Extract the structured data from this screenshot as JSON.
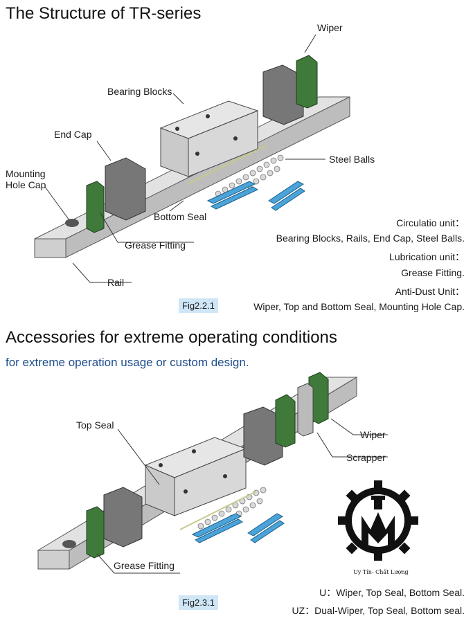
{
  "section1": {
    "title": "The Structure of TR-series",
    "labels": {
      "wiper": "Wiper",
      "bearing_blocks": "Bearing Blocks",
      "end_cap": "End Cap",
      "mounting_hole_cap": "Mounting Hole Cap",
      "steel_balls": "Steel Balls",
      "bottom_seal": "Bottom Seal",
      "grease_fitting": "Grease Fitting",
      "rail": "Rail"
    },
    "description": [
      "Circulatio unit：",
      "Bearing Blocks, Rails, End Cap, Steel Balls.",
      "Lubrication unit：",
      "Grease Fitting.",
      "Anti-Dust Unit："
    ],
    "fig_label": "Fig2.2.1",
    "fig_caption": "Wiper, Top and Bottom Seal, Mounting Hole Cap."
  },
  "section2": {
    "title": "Accessories for extreme operating conditions",
    "subtitle": "for extreme operation usage or custom design.",
    "labels": {
      "top_seal": "Top Seal",
      "wiper": "Wiper",
      "scrapper": "Scrapper",
      "grease_fitting": "Grease Fitting"
    },
    "fig_label": "Fig2.3.1",
    "notes": [
      "U：Wiper, Top Seal, Bottom Seal.",
      "UZ：Dual-Wiper, Top Seal, Bottom seal."
    ],
    "logo_text": "Uy Tín- Chất Lượng"
  },
  "colors": {
    "green_part": "#3f7a3a",
    "block_gray": "#c9c9c9",
    "blue_part": "#4aa3d9",
    "subtitle_blue": "#1f4e8c",
    "fig_bg": "#cfe6f7"
  }
}
